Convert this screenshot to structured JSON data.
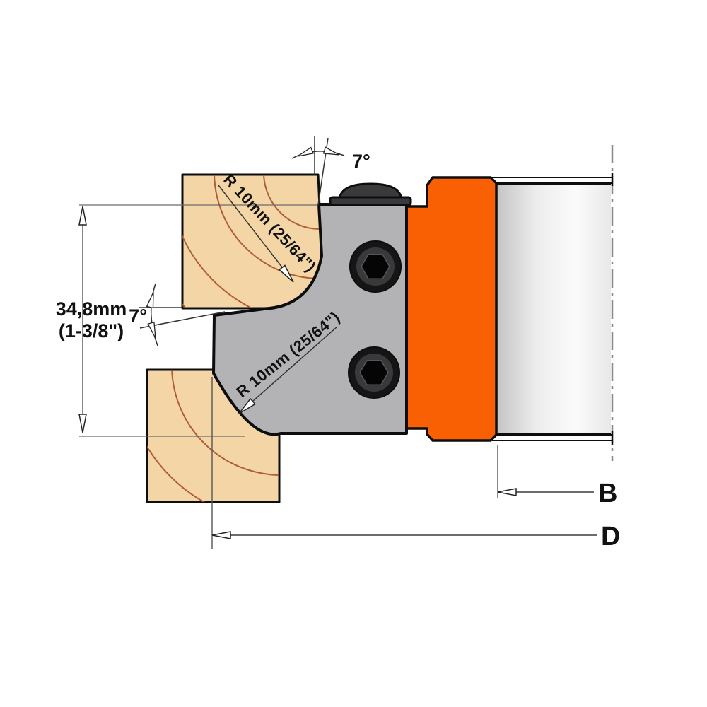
{
  "diagram": {
    "title": "corner rounding cutter head cross-section",
    "labels": {
      "angle_top": "7°",
      "angle_side": "7°",
      "radius_upper": "R 10mm (25/64\")",
      "radius_lower": "R 10mm (25/64\")",
      "height_metric": "34,8mm",
      "height_imperial": "(1-3/8\")",
      "dim_bore": "B",
      "dim_diameter": "D"
    },
    "colors": {
      "brand_orange": "#F96004",
      "wood_fill": "#F4D6A6",
      "wood_grain": "#A8502A",
      "body_gray": "#B3B3B5",
      "hardware_dark": "#3A3A3D",
      "screw_inner": "#39393C",
      "outline": "#0D0D0D",
      "dim_line": "#3C3C3C",
      "ext_line": "#6A6A6A",
      "centerline_gray": "#8A8A8A",
      "shaft_edge": "#C2C2C2"
    }
  }
}
